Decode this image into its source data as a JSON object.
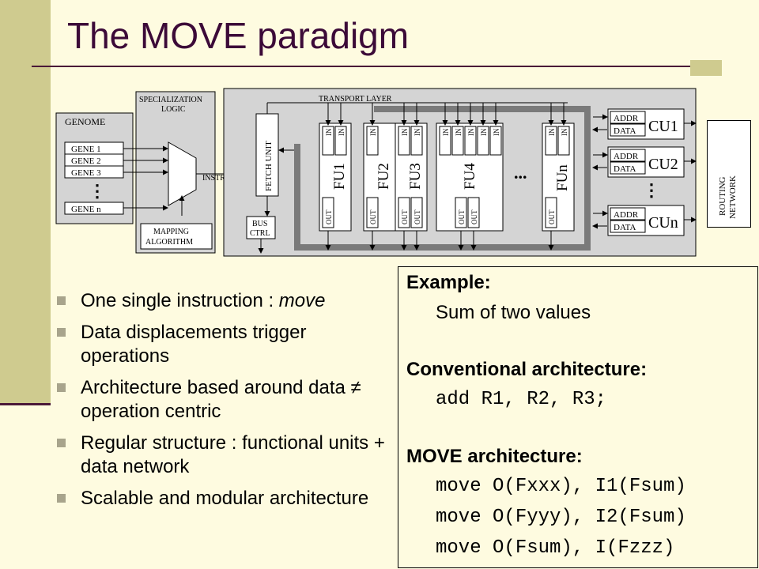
{
  "title": "The MOVE paradigm",
  "colors": {
    "accent_bar": "#cfcb8f",
    "title_color": "#3c0a38",
    "background": "#fefbe0"
  },
  "diagram": {
    "genome": "GENOME",
    "genes": [
      "GENE 1",
      "GENE 2",
      "GENE 3",
      "GENE n"
    ],
    "spec_logic_1": "SPECIALIZATION",
    "spec_logic_2": "LOGIC",
    "instructions": "INSTRUCTIONS",
    "mapping_1": "MAPPING",
    "mapping_2": "ALGORITHM",
    "transport_layer": "TRANSPORT LAYER",
    "fetch_unit": "FETCH UNIT",
    "bus_1": "BUS",
    "bus_2": "CTRL",
    "in_label": "IN",
    "out_label": "OUT",
    "fus": [
      "FU1",
      "FU2",
      "FU3",
      "FU4",
      "FUn"
    ],
    "dots": "...",
    "vdots": "⋮",
    "addr": "ADDR",
    "data": "DATA",
    "cus": [
      "CU1",
      "CU2",
      "CUn"
    ],
    "routing_1": "ROUTING",
    "routing_2": "NETWORK"
  },
  "bullets": {
    "b1_prefix": "One single instruction : ",
    "b1_em": "move",
    "b2": "Data displacements trigger operations",
    "b3": "Architecture based around data ≠ operation centric",
    "b4": "Regular structure : functional units + data network",
    "b5": "Scalable and modular architecture"
  },
  "example": {
    "heading": "Example:",
    "desc": "Sum of two values",
    "conv_heading": "Conventional architecture:",
    "conv_code": "add R1, R2, R3;",
    "move_heading": "MOVE architecture:",
    "move_code": [
      "move O(Fxxx), I1(Fsum)",
      "move O(Fyyy), I2(Fsum)",
      "move O(Fsum), I(Fzzz)"
    ]
  }
}
